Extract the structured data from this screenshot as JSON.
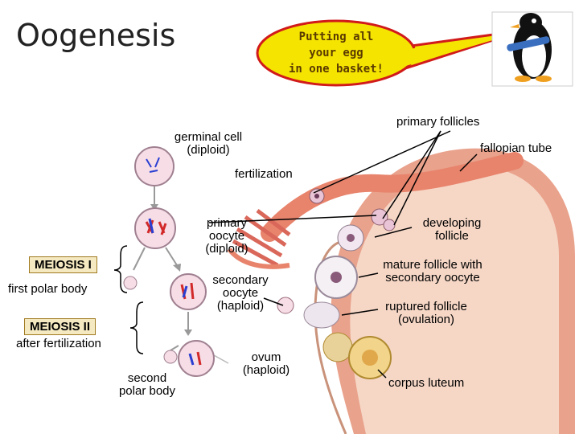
{
  "title": "Oogenesis",
  "speech_bubble": {
    "line1": "Putting all",
    "line2": "your egg",
    "line3": "in one basket!"
  },
  "labels": {
    "germinal_cell": "germinal cell",
    "germinal_cell_ploidy": "(diploid)",
    "fertilization": "fertilization",
    "primary_oocyte_1": "primary",
    "primary_oocyte_2": "oocyte",
    "primary_oocyte_3": "(diploid)",
    "meiosis_1": "MEIOSIS I",
    "first_polar_body": "first polar body",
    "secondary_oocyte_1": "secondary",
    "secondary_oocyte_2": "oocyte",
    "secondary_oocyte_3": "(haploid)",
    "meiosis_2": "MEIOSIS II",
    "after_fertilization": "after fertilization",
    "second_polar_body_1": "second",
    "second_polar_body_2": "polar body",
    "ovum_1": "ovum",
    "ovum_2": "(haploid)",
    "primary_follicles": "primary follicles",
    "fallopian_tube": "fallopian tube",
    "developing_follicle_1": "developing",
    "developing_follicle_2": "follicle",
    "mature_follicle_1": "mature follicle with",
    "mature_follicle_2": "secondary oocyte",
    "ruptured_follicle_1": "ruptured follicle",
    "ruptured_follicle_2": "(ovulation)",
    "corpus_luteum": "corpus luteum"
  },
  "colors": {
    "bubble_fill": "#f5e400",
    "bubble_stroke": "#d11a1a",
    "meiosis_box": "#f4e9c0",
    "ovary": "#f0c8b8",
    "ovary_dark": "#d9876e",
    "tube": "#e8836c",
    "cell_fill": "#f6dde6",
    "chromosome_red": "#d22a2a",
    "chromosome_blue": "#2a3fd2"
  }
}
